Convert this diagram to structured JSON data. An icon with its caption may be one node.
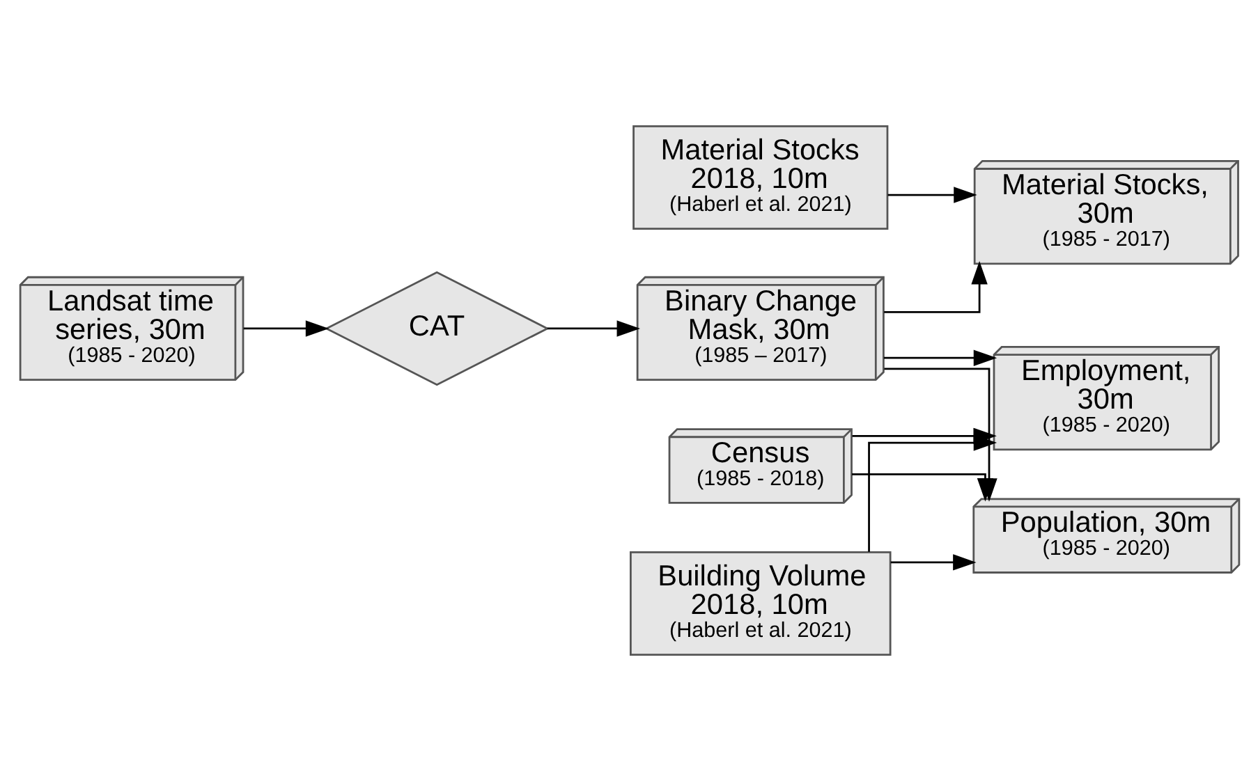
{
  "diagram": {
    "nodes": [
      {
        "text": [
          "Landsat time series, 30m",
          "(1985 - 2020)"
        ]
      },
      {
        "text": [
          "CAT"
        ]
      },
      {
        "text": [
          "Material Stocks 2018, 10m",
          "(Haberl et al. 2021)"
        ]
      },
      {
        "text": [
          "Binary Change Mask, 30m",
          "(1985 – 2017)"
        ]
      },
      {
        "text": [
          "Census",
          "(1985 - 2018)"
        ]
      },
      {
        "text": [
          "Building Volume 2018, 10m",
          "(Haberl et al. 2021)"
        ]
      },
      {
        "text": [
          "Material Stocks, 30m",
          "(1985 - 2017)"
        ]
      },
      {
        "text": [
          "Population, 30m",
          "(1985 - 2020)"
        ]
      },
      {
        "text": [
          "Employment, 30m",
          "(1985 - 2020)"
        ]
      }
    ],
    "edges": [
      {
        "from": 0,
        "to": 1,
        "arrow": "to"
      },
      {
        "from": 1,
        "to": 3,
        "arrow": "to"
      },
      {
        "from": 2,
        "to": 6,
        "arrow": "to"
      },
      {
        "from": 3,
        "to": 6,
        "arrow": "to"
      },
      {
        "from": 3,
        "to": 7,
        "arrow": "to"
      },
      {
        "from": 4,
        "to": 7,
        "arrow": "to"
      },
      {
        "from": 5,
        "to": 7,
        "arrow": "to"
      },
      {
        "from": 3,
        "to": 8,
        "arrow": "to"
      },
      {
        "from": 4,
        "to": 8,
        "arrow": "to"
      },
      {
        "from": 5,
        "to": 8,
        "arrow": "to"
      }
    ]
  }
}
